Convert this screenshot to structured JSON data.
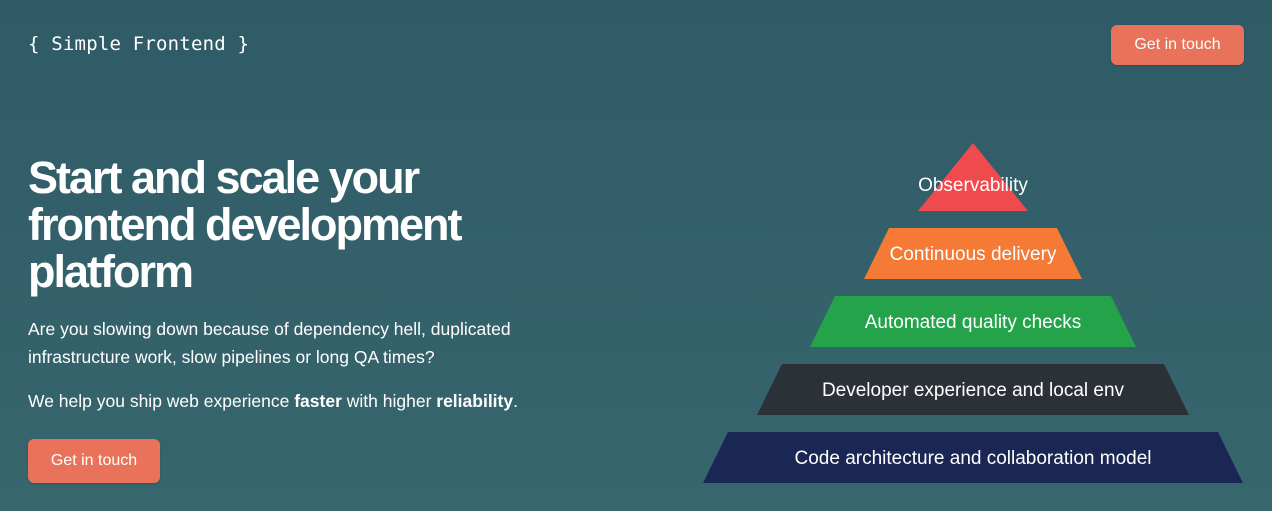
{
  "header": {
    "logo": "{ Simple Frontend }",
    "cta_label": "Get in touch"
  },
  "hero": {
    "headline": [
      "Start and scale your",
      "frontend development",
      "platform"
    ],
    "paragraph1": "Are you slowing down because of dependency hell, duplicated infrastructure work, slow pipelines or long QA times?",
    "paragraph2": {
      "prefix": "We help you ship web experience ",
      "bold1": "faster",
      "middle": " with higher ",
      "bold2": "reliability",
      "suffix": "."
    },
    "cta_label": "Get in touch"
  },
  "pyramid": {
    "levels": [
      {
        "label": "Observability",
        "color": "#ef4b4f"
      },
      {
        "label": "Continuous delivery",
        "color": "#f47a35"
      },
      {
        "label": "Automated quality checks",
        "color": "#24a34a"
      },
      {
        "label": "Developer experience and local env",
        "color": "#2b3137"
      },
      {
        "label": "Code architecture and collaboration model",
        "color": "#1a2755"
      }
    ]
  },
  "colors": {
    "accent": "#e8735a",
    "background": "#315d68"
  }
}
